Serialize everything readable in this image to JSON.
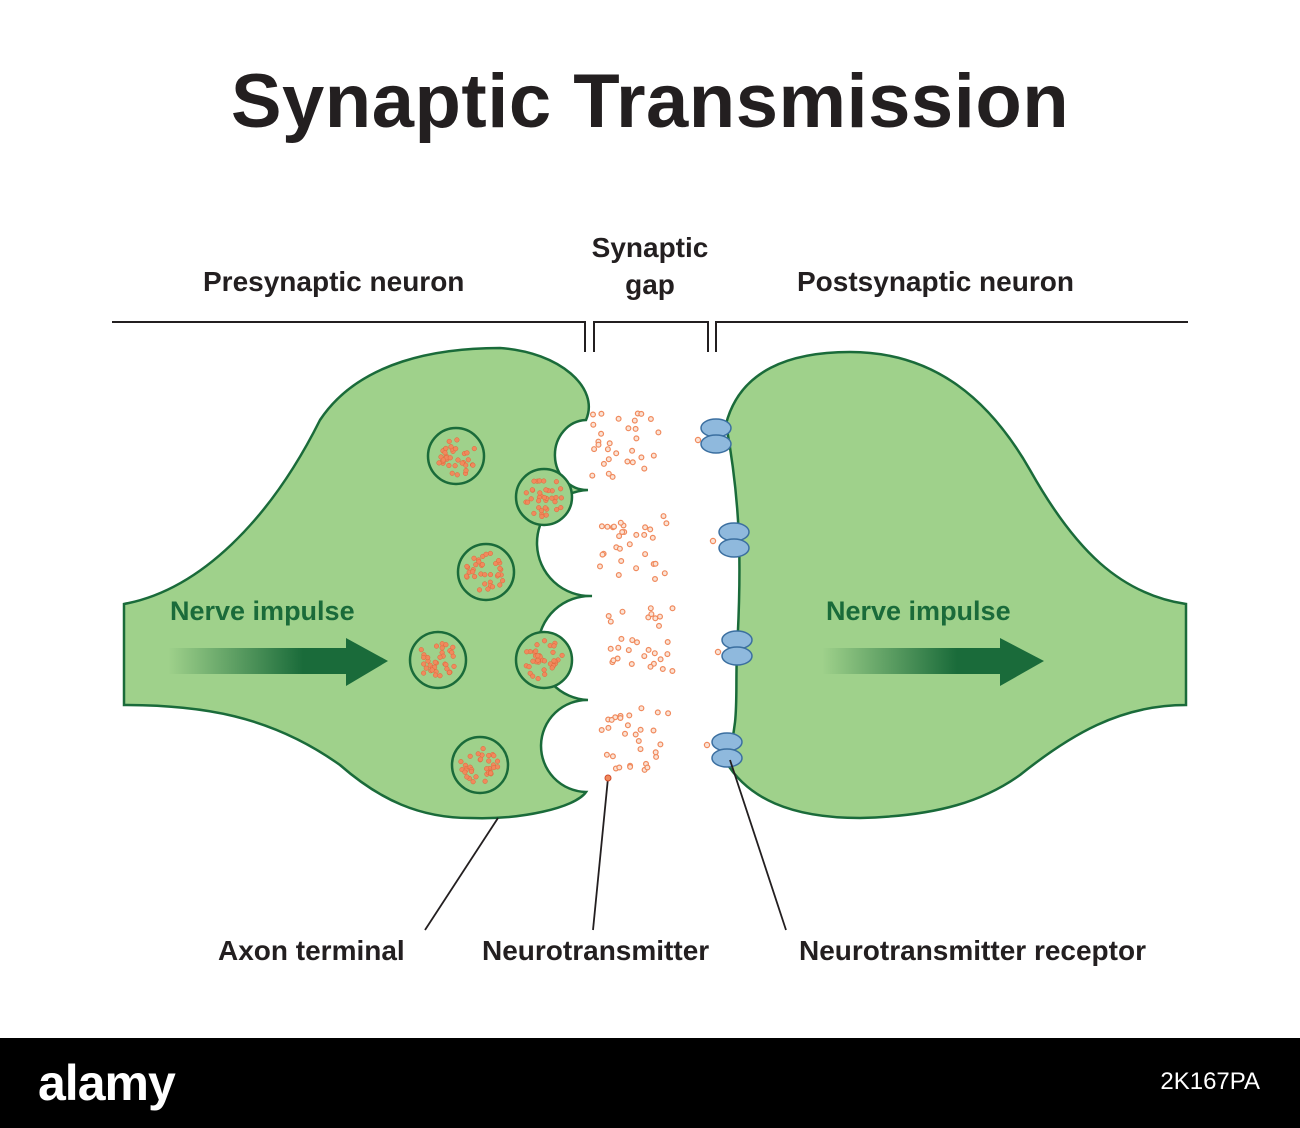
{
  "title": "Synaptic Transmission",
  "regions": {
    "presynaptic": "Presynaptic neuron",
    "gap_line1": "Synaptic",
    "gap_line2": "gap",
    "postsynaptic": "Postsynaptic neuron"
  },
  "impulse": {
    "left": "Nerve impulse",
    "right": "Nerve impulse"
  },
  "callouts": {
    "axon_terminal": "Axon terminal",
    "neurotransmitter": "Neurotransmitter",
    "receptor": "Neurotransmitter receptor"
  },
  "colors": {
    "cell_fill": "#9fd18b",
    "cell_stroke": "#1a6b3a",
    "vesicle_fill": "#9fd18b",
    "particle": "#f08a5d",
    "receptor": "#8fb9dd",
    "text": "#231f20"
  },
  "watermark": {
    "brand": "alamy",
    "id": "2K167PA"
  }
}
